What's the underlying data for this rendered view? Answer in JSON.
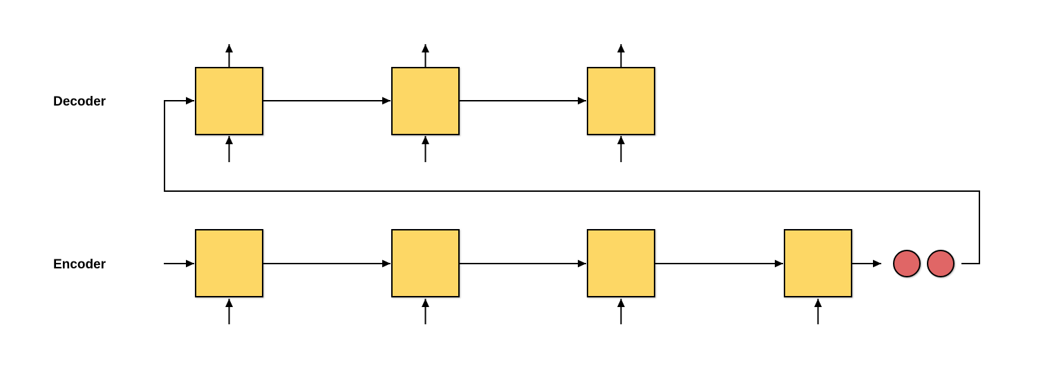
{
  "labels": {
    "decoder": "Decoder",
    "encoder": "Encoder"
  },
  "colors": {
    "background": "#ffffff",
    "block_fill": "#fdd765",
    "block_stroke": "#000000",
    "circle_fill": "#e06666",
    "line": "#000000"
  },
  "diagram": {
    "decoder_block_count": 3,
    "encoder_block_count": 4,
    "context_circle_count": 2
  }
}
